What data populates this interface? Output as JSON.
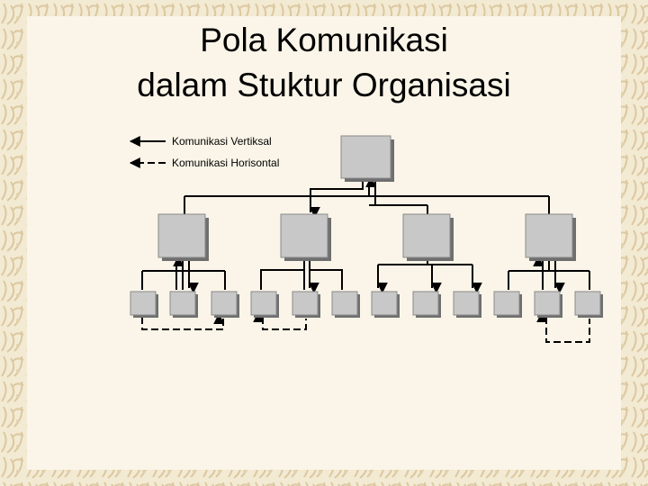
{
  "slide": {
    "title_line_1": "Pola Komunikasi",
    "title_line_2": "dalam Stuktur Organisasi"
  },
  "legend": {
    "vertical_label": "Komunikasi Vertiksal",
    "horizontal_label": "Komunikasi Horisontal"
  },
  "org_chart": {
    "levels": 3,
    "top_nodes": 1,
    "middle_nodes": 4,
    "bottom_nodes_per_group": [
      3,
      3,
      3,
      3
    ]
  },
  "colors": {
    "background": "#f3ead3",
    "panel": "#faf5e8",
    "border_ornament": "#ddc9a0",
    "box_face": "#c8c8c8",
    "box_shadow": "#6f6f6f",
    "line": "#000000"
  }
}
